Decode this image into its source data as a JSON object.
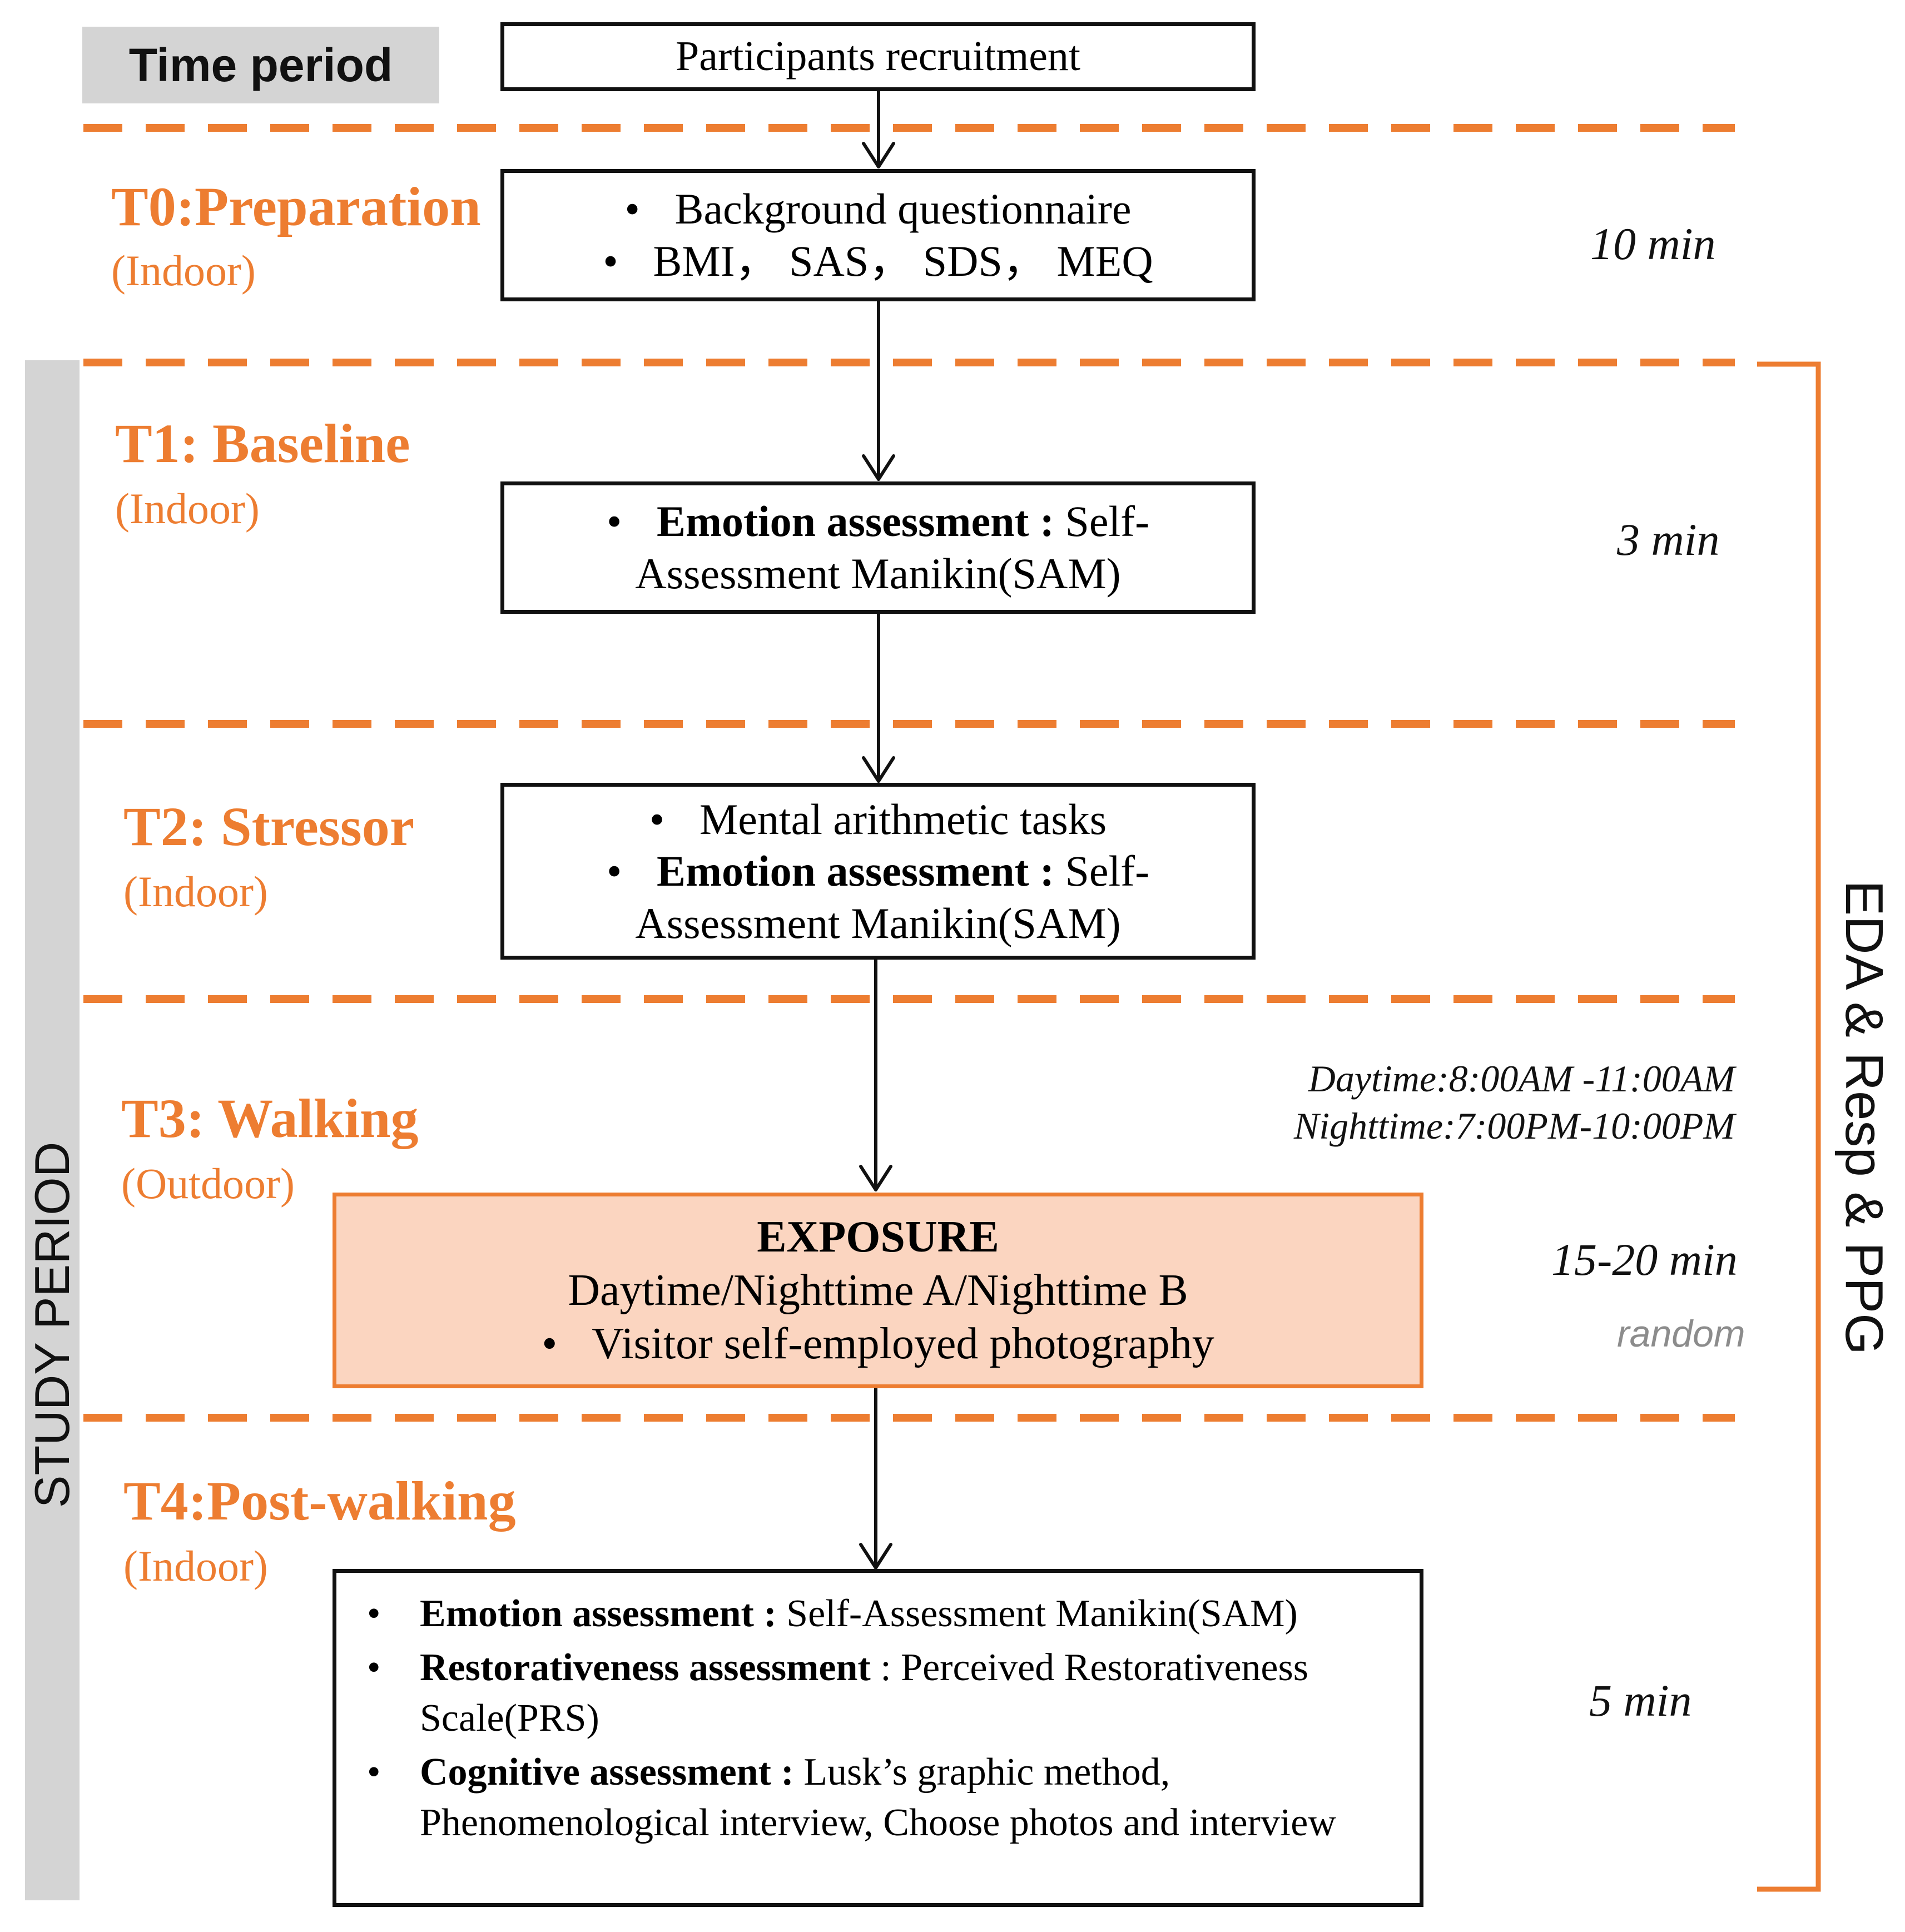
{
  "time_period_label": "Time period",
  "study_period_label": "STUDY PERIOD",
  "signal_label": "EDA & Resp & PPG",
  "bullet": "•",
  "recruitment": "Participants recruitment",
  "phases": {
    "t0": {
      "title": "T0:Preparation",
      "location": "(Indoor)",
      "duration": "10 min",
      "items": [
        "Background questionnaire",
        "BMI，  SAS，  SDS，  MEQ"
      ]
    },
    "t1": {
      "title": "T1: Baseline",
      "location": "(Indoor)",
      "duration": "3 min",
      "emotion_bold": "Emotion assessment :",
      "emotion_rest": " Self-",
      "emotion_line2": "Assessment Manikin(SAM)"
    },
    "t2": {
      "title": "T2: Stressor",
      "location": "(Indoor)",
      "item1": "Mental arithmetic tasks",
      "emotion_bold": "Emotion assessment :",
      "emotion_rest": " Self-",
      "emotion_line2": "Assessment Manikin(SAM)"
    },
    "t3": {
      "title": "T3: Walking",
      "location": "(Outdoor)",
      "duration": "15-20 min",
      "random": "random",
      "schedule_day": "Daytime:8:00AM -11:00AM",
      "schedule_night": "Nighttime:7:00PM-10:00PM",
      "exposure_title": "EXPOSURE",
      "exposure_conditions": "Daytime/Nighttime A/Nighttime B",
      "exposure_item": "Visitor self-employed photography"
    },
    "t4": {
      "title": "T4:Post-walking",
      "location": "(Indoor)",
      "duration": "5 min",
      "items": [
        {
          "bold": "Emotion assessment :",
          "rest": " Self-Assessment Manikin(SAM)"
        },
        {
          "bold": "Restorativeness assessment",
          "rest": " : Perceived Restorativeness Scale(PRS)"
        },
        {
          "bold": "Cognitive assessment :",
          "rest": " Lusk’s graphic method, Phenomenological interview, Choose photos and interview"
        }
      ]
    }
  },
  "colors": {
    "accent": "#ed7d31",
    "exposure_fill": "#fbd5c0",
    "gray_bar": "#d4d4d4",
    "dash_shadow": "#c8c8c8"
  }
}
